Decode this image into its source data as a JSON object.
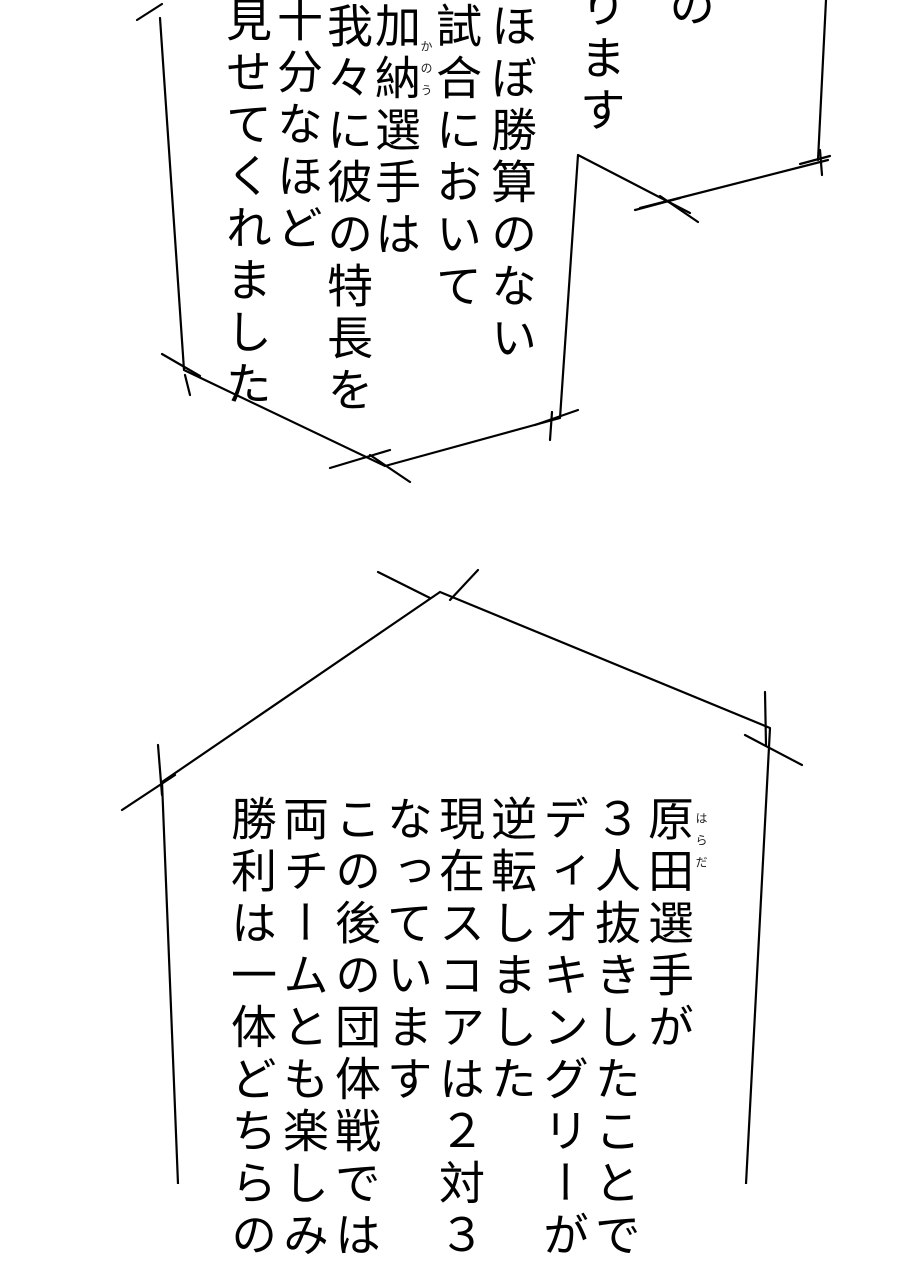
{
  "bubble_top": {
    "columns": [
      "の",
      "ります",
      "ほぼ勝算のない",
      "試合において",
      "加納選手は",
      "我々に彼の特長を",
      "十分なほど",
      "見せてくれました"
    ],
    "ruby": "かのう"
  },
  "bubble_bottom": {
    "columns": [
      "原田選手が",
      "３人抜きしたことで",
      "ディオキングリーが",
      "逆転しました",
      "現在スコアは２対３",
      "なっています",
      "この後の団体戦では",
      "両チームとも楽しみ",
      "勝利は一体どちらの"
    ],
    "ruby": "はらだ"
  },
  "colors": {
    "ink": "#000000",
    "paper": "#ffffff"
  }
}
